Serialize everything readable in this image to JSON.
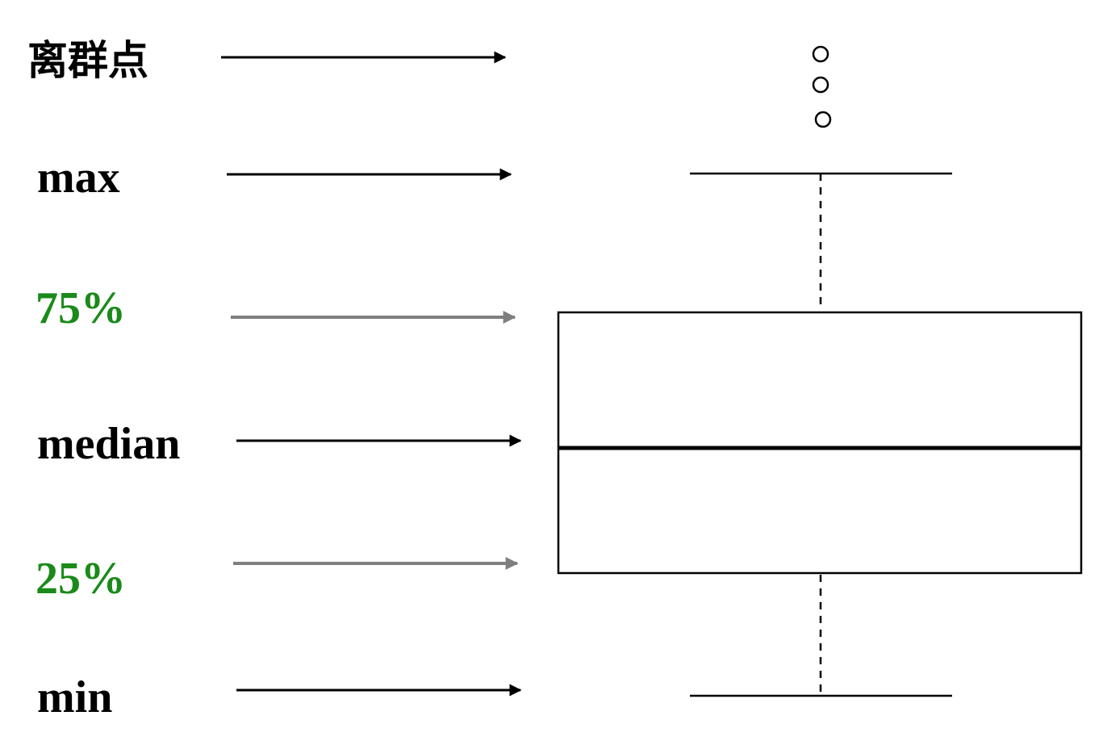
{
  "labels": {
    "outliers": "离群点",
    "max": "max",
    "q3": "75%",
    "median": "median",
    "q1": "25%",
    "min": "min"
  },
  "colors": {
    "text": "#000000",
    "percentile_text": "#1a8a1a",
    "arrow_main": "#000000",
    "arrow_percentile": "#7f7f7f",
    "box_stroke": "#000000"
  }
}
